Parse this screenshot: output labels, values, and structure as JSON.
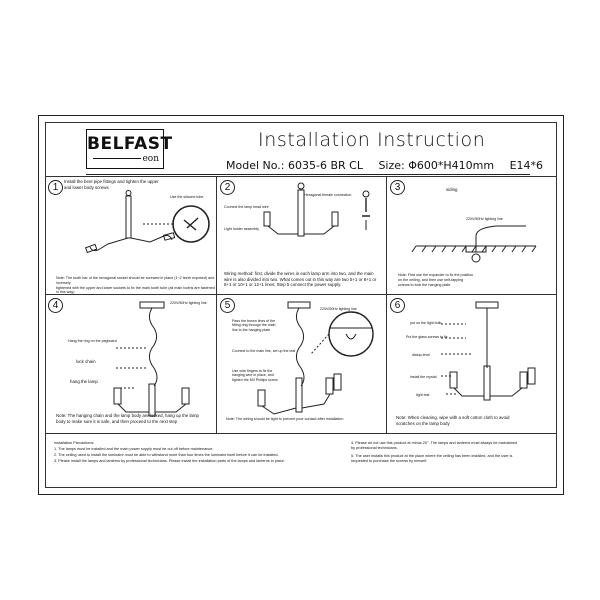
{
  "brand": {
    "name": "BELFAST",
    "sub": "eon"
  },
  "title": "Installation Instruction",
  "spec": {
    "model": "Model No.: 6035-6 BR CL",
    "size": "Size: Φ600*H410mm",
    "bulb": "E14*6"
  },
  "steps": [
    {
      "number": "1",
      "caption": "Install the bent pipe fittings and tighten the upper\nand lower body screws",
      "labels": [
        "Use the silicone tube"
      ],
      "note": "Note: The tooth bar of the hexagonal socket should be screwed in place (1~2 teeth exposed) and inversely\ntightened with the upper and lower sockets to fix the main tooth tube (all main tooths are fastened in this way)"
    },
    {
      "number": "2",
      "labels": [
        "Hexagonal female connection",
        "Connect the lamp head wire",
        "Light holder assembly"
      ],
      "note": "Wiring method: first, divide the wires in each lamp arm into two, and the main\nwire is also divided into two. What comes out in this way are two 5+1 or 8+1 or\n8+1 or 10+1 or 12+1 lines; Step 5 connect the power supply."
    },
    {
      "number": "3",
      "labels": [
        "siding",
        "220V/50Hz lighting line"
      ],
      "note": "Note: First use the expander to fix the position\non the ceiling, and then use self-tapping\nscrews to lock the hanging plate"
    },
    {
      "number": "4",
      "labels": [
        "220V/50Hz lighting line",
        "Hang the ring on the pegboard",
        "lock chain",
        "hang the lamp"
      ],
      "note": "Note: The hanging chain and the lamp body are locked, hang up the lamp\nbody to make sure it is safe, and then proceed to the next step"
    },
    {
      "number": "5",
      "labels": [
        "220V/50Hz lighting line",
        "Pass the brown lines of the\nfitting ring through the main\nline to the hanging plate",
        "Connect to the main line, set up the leaf",
        "Use wire fingers to fix the\nhanging wire in place, and\ntighten the M4 Phillips screw"
      ],
      "note": "Note: The wiring should be tight to prevent poor contact after installation"
    },
    {
      "number": "6",
      "labels": [
        "put on the light bulb",
        "Put the glass screws to fix",
        "dialup level",
        "install the crystal",
        "light test"
      ],
      "note": "Note: When cleaning, wipe with a soft cotton cloth to avoid\nscratches on the lamp body"
    }
  ],
  "precautions": {
    "heading": "Installation Precautions:",
    "left": [
      "1. The lamps must be installed and the main power supply must be cut off before maintenance.",
      "2. The ceiling used to install the luminaire must be able to withstand more than four times the luminaire itself before it can be installed.",
      "3. Please install the lamps and lanterns by professional technicians. Please install the installation parts of the lamps and lanterns in place."
    ],
    "right": [
      "4. Please do not use this product at minus 20°. The lamps and lanterns must always be maintained\nby professional technicians.",
      "5. The user installs this product at the place where the ceiling has been installed, and the user is\nrequested to purchase the screws by himself."
    ]
  }
}
